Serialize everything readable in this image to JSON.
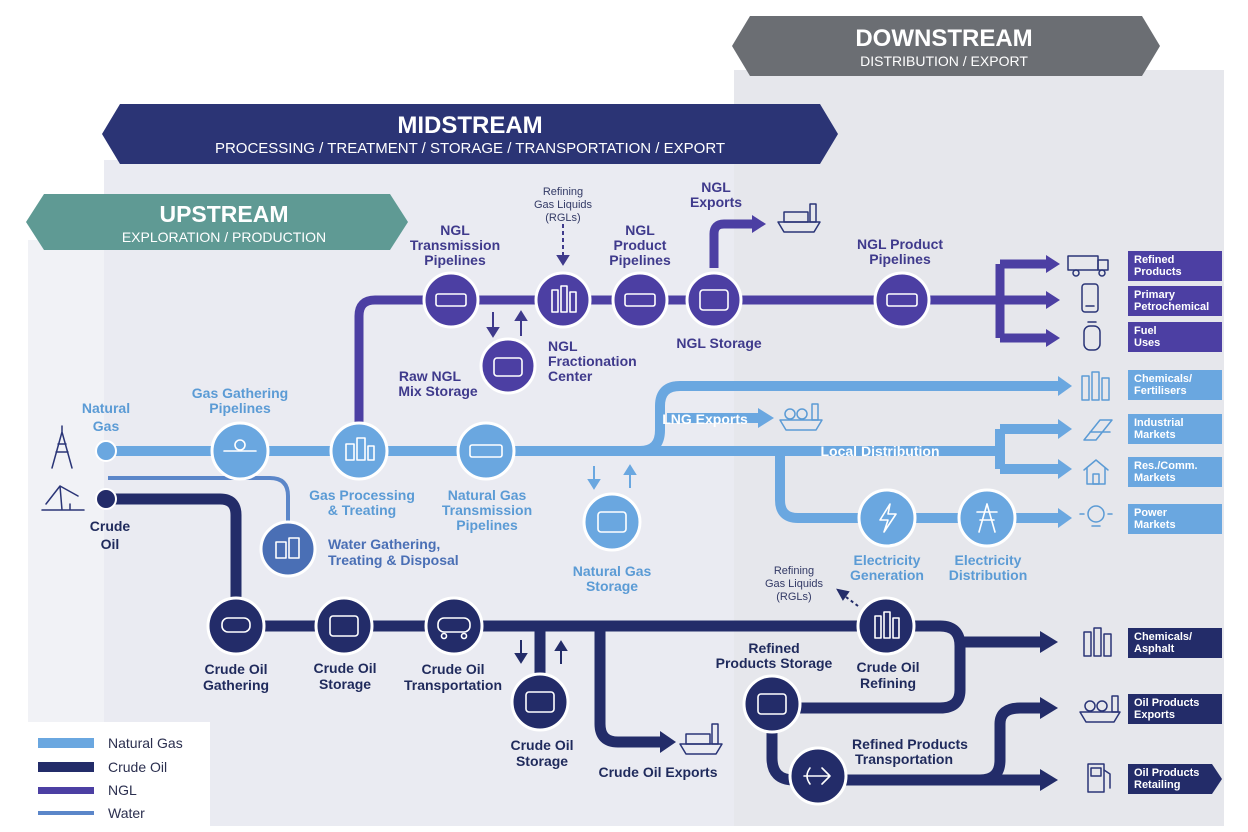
{
  "colors": {
    "natural_gas": "#6aa7e0",
    "crude_oil": "#232c69",
    "ngl": "#4c3fa3",
    "water": "#5b86c9",
    "upstream_banner": "#5f9a94",
    "midstream_banner": "#2b3475",
    "downstream_banner": "#6b6e73"
  },
  "stages": {
    "upstream": {
      "title": "UPSTREAM",
      "subtitle": "EXPLORATION / PRODUCTION"
    },
    "midstream": {
      "title": "MIDSTREAM",
      "subtitle": "PROCESSING / TREATMENT / STORAGE / TRANSPORTATION / EXPORT"
    },
    "downstream": {
      "title": "DOWNSTREAM",
      "subtitle": "DISTRIBUTION / EXPORT"
    }
  },
  "sources": {
    "natural_gas": [
      "Natural",
      "Gas"
    ],
    "crude_oil": [
      "Crude",
      "Oil"
    ]
  },
  "labels": {
    "ngl_transmission": [
      "NGL",
      "Transmission",
      "Pipelines"
    ],
    "rgl_top": [
      "Refining",
      "Gas Liquids",
      "(RGLs)"
    ],
    "ngl_product_pipelines_mid": [
      "NGL",
      "Product",
      "Pipelines"
    ],
    "ngl_exports": [
      "NGL",
      "Exports"
    ],
    "ngl_product_pipelines_down": [
      "NGL Product",
      "Pipelines"
    ],
    "raw_ngl_storage": [
      "Raw NGL",
      "Mix Storage"
    ],
    "ngl_fractionation": [
      "NGL",
      "Fractionation",
      "Center"
    ],
    "ngl_storage": [
      "NGL Storage"
    ],
    "gas_gathering": [
      "Gas Gathering",
      "Pipelines"
    ],
    "gas_processing": [
      "Gas Processing",
      "& Treating"
    ],
    "ng_transmission": [
      "Natural Gas",
      "Transmission",
      "Pipelines"
    ],
    "lng_exports": [
      "LNG Exports"
    ],
    "local_distribution": [
      "Local Distribution"
    ],
    "water_gathering": [
      "Water Gathering,",
      "Treating & Disposal"
    ],
    "ng_storage": [
      "Natural Gas",
      "Storage"
    ],
    "electricity_generation": [
      "Electricity",
      "Generation"
    ],
    "electricity_distribution": [
      "Electricity",
      "Distribution"
    ],
    "rgl_bottom": [
      "Refining",
      "Gas Liquids",
      "(RGLs)"
    ],
    "crude_gathering": [
      "Crude Oil",
      "Gathering"
    ],
    "crude_storage": [
      "Crude Oil",
      "Storage"
    ],
    "crude_transportation": [
      "Crude Oil",
      "Transportation"
    ],
    "crude_storage_2": [
      "Crude Oil",
      "Storage"
    ],
    "crude_exports": [
      "Crude Oil Exports"
    ],
    "refined_products_storage": [
      "Refined",
      "Products Storage"
    ],
    "crude_refining": [
      "Crude Oil",
      "Refining"
    ],
    "refined_products_transportation": [
      "Refined Products",
      "Transportation"
    ]
  },
  "end_markets": [
    [
      "Refined",
      "Products"
    ],
    [
      "Primary",
      "Petrochemical"
    ],
    [
      "Fuel",
      "Uses"
    ],
    [
      "Chemicals/",
      "Fertilisers"
    ],
    [
      "Industrial",
      "Markets"
    ],
    [
      "Res./Comm.",
      "Markets"
    ],
    [
      "Power",
      "Markets"
    ],
    [
      "Chemicals/",
      "Asphalt"
    ],
    [
      "Oil Products",
      "Exports"
    ],
    [
      "Oil Products",
      "Retailing"
    ]
  ],
  "legend": [
    {
      "label": "Natural Gas",
      "color": "#6aa7e0"
    },
    {
      "label": "Crude Oil",
      "color": "#232c69"
    },
    {
      "label": "NGL",
      "color": "#4c3fa3"
    },
    {
      "label": "Water",
      "color": "#5b86c9"
    }
  ]
}
